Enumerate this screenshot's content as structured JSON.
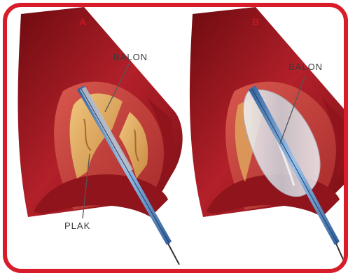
{
  "panels": [
    {
      "letter": "A",
      "labels": {
        "balloon": "BALON",
        "plaque": "PLAK"
      }
    },
    {
      "letter": "B",
      "labels": {
        "balloon": "BALON"
      }
    }
  ],
  "colors": {
    "border": "#d81c2a",
    "artery_outer": "#a3161e",
    "artery_inner": "#c9433f",
    "plaque": "#d9a25a",
    "balloon": "#d8dadf",
    "catheter": "#4f7fb8"
  },
  "icons": [
    "artery-illustration",
    "catheter-icon",
    "balloon-icon",
    "plaque-deposit-icon"
  ]
}
